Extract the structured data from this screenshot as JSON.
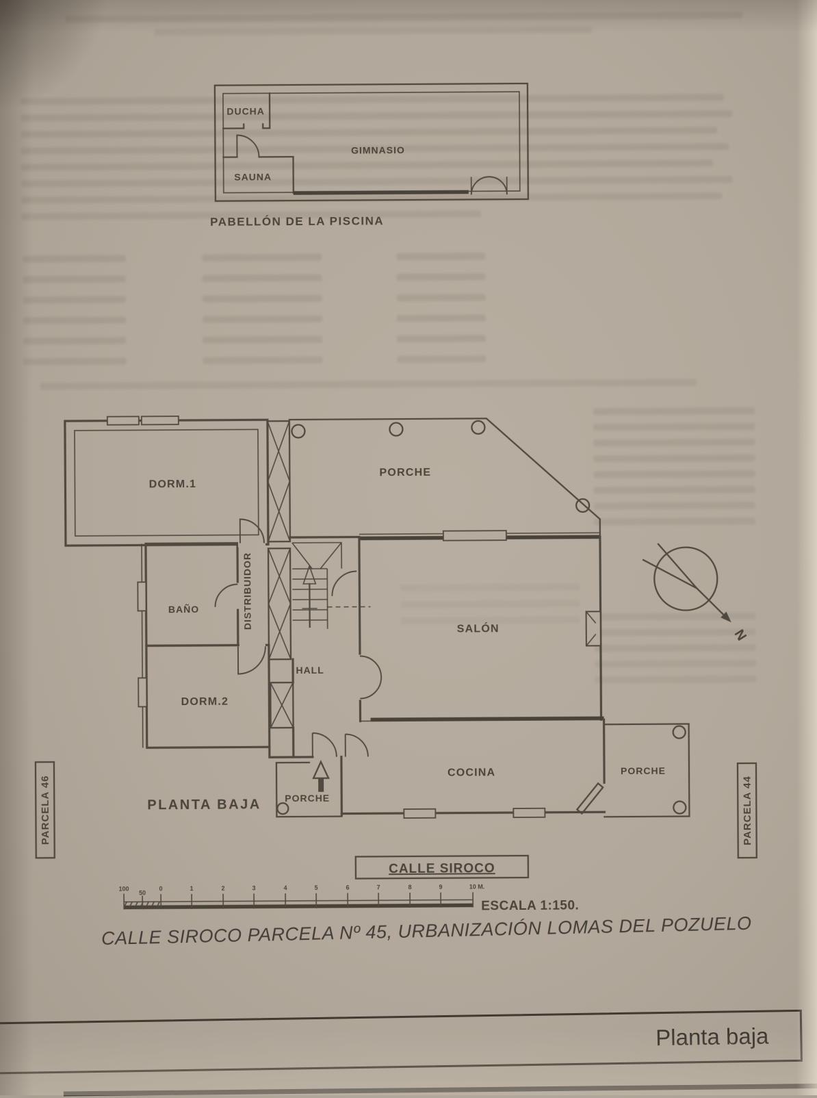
{
  "page": {
    "paper_color": "#b2a89b",
    "ink_color": "#4b453c"
  },
  "pavilion_plan": {
    "caption": "PABELLÓN DE LA PISCINA",
    "rooms": {
      "ducha": "DUCHA",
      "sauna": "SAUNA",
      "gimnasio": "GIMNASIO"
    }
  },
  "ground_floor_plan": {
    "floor_label": "PLANTA BAJA",
    "rooms": {
      "dorm1": "DORM.1",
      "porche_top": "PORCHE",
      "bano": "BAÑO",
      "distribuidor": "DISTRIBUIDOR",
      "salon": "SALÓN",
      "dorm2": "DORM.2",
      "hall": "HALL",
      "cocina": "COCINA",
      "porche_right": "PORCHE",
      "porche_entrada": "PORCHE"
    },
    "compass_north_label": "N"
  },
  "site_labels": {
    "parcel_left": "PARCELA 46",
    "parcel_right": "PARCELA 44",
    "street": "CALLE SIROCO"
  },
  "scale_bar": {
    "tick_labels": [
      "100",
      "50",
      "0",
      "1",
      "2",
      "3",
      "4",
      "5",
      "6",
      "7",
      "8",
      "9",
      "10 M."
    ],
    "scale_text": "ESCALA 1:150."
  },
  "footer": {
    "plan_title": "CALLE SIROCO PARCELA Nº 45, URBANIZACIÓN LOMAS DEL POZUELO",
    "title_block_label": "Planta baja"
  }
}
